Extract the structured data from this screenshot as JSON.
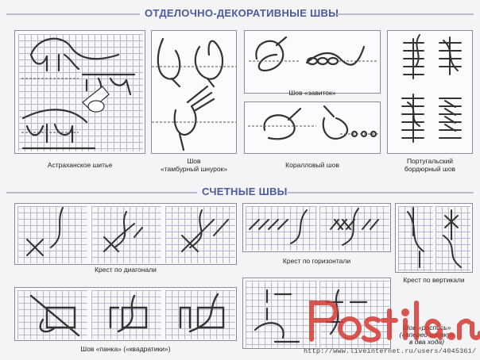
{
  "sections": {
    "decorative_title": "ОТДЕЛОЧНО-ДЕКОРАТИВНЫЕ ШВЫ",
    "counted_title": "СЧЕТНЫЕ ШВЫ"
  },
  "decorative": {
    "astrakhan": "Астраханское шитье",
    "chain_line1": "Шов",
    "chain_line2": "«тамбурный шнурок»",
    "curl": "Шов «завиток»",
    "coral": "Коралловый шов",
    "portuguese_line1": "Португальский",
    "portuguese_line2": "бордюрный шов"
  },
  "counted": {
    "diagonal": "Крест по диагонали",
    "horizontal": "Крест по горизонтали",
    "vertical": "Крест по вертикали",
    "panka": "Шов «панка» («квадратики»)",
    "rospis_line1": "Шов «роспись»",
    "rospis_line2": "(«вперед иголку»",
    "rospis_line3": "в два хода)"
  },
  "watermark": {
    "logo_text": "Postila.ru",
    "url": "http://www.liveinternet.ru/users/4045361/"
  },
  "colors": {
    "header_text": "#4a5a9c",
    "header_rule": "#b9bccd",
    "watermark": "#d63a34"
  }
}
